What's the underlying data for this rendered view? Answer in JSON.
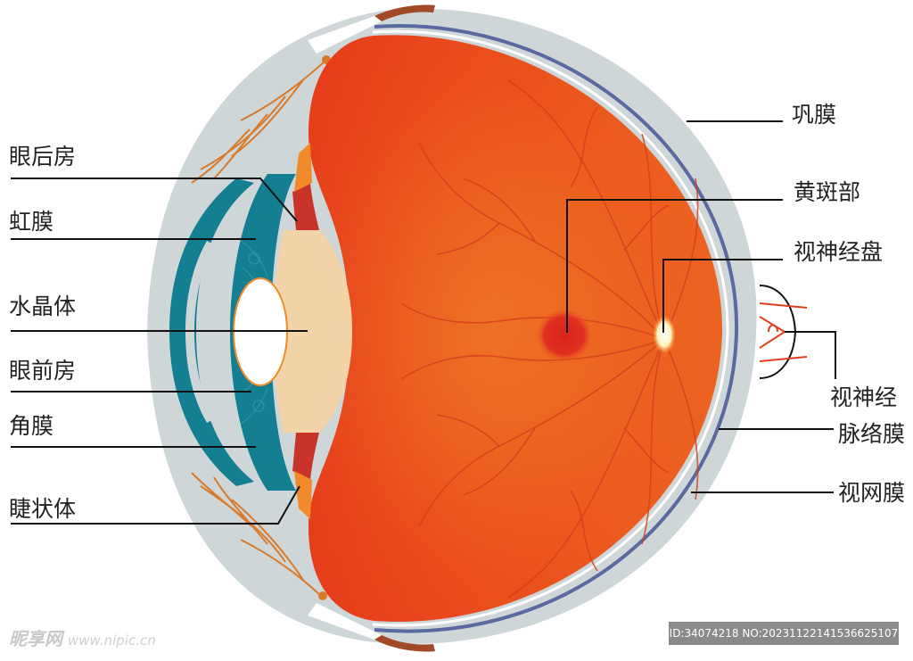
{
  "labels": {
    "posterior_chamber": "眼后房",
    "iris": "虹膜",
    "lens": "水晶体",
    "anterior_chamber": "眼前房",
    "cornea": "角膜",
    "ciliary_body": "睫状体",
    "sclera": "巩膜",
    "macula": "黄斑部",
    "optic_disc": "视神经盘",
    "optic_nerve": "视神经",
    "choroid": "脉络膜",
    "retina": "视网膜"
  },
  "watermark": {
    "site": "昵享网",
    "url": "www.nipic.cn",
    "id_text": "ID:34074218 NO:20231122141536625107"
  },
  "colors": {
    "sclera": "#cfd6d8",
    "retina_hot": "#e63a1a",
    "retina_warm": "#f07f22",
    "iris": "#147f92",
    "lens": "#f3d3a8",
    "vessel": "#d4501c",
    "choroid_line": "#5a6aa0",
    "ciliary": "#c9342a",
    "macula": "#e03020",
    "leader": "#111111"
  }
}
